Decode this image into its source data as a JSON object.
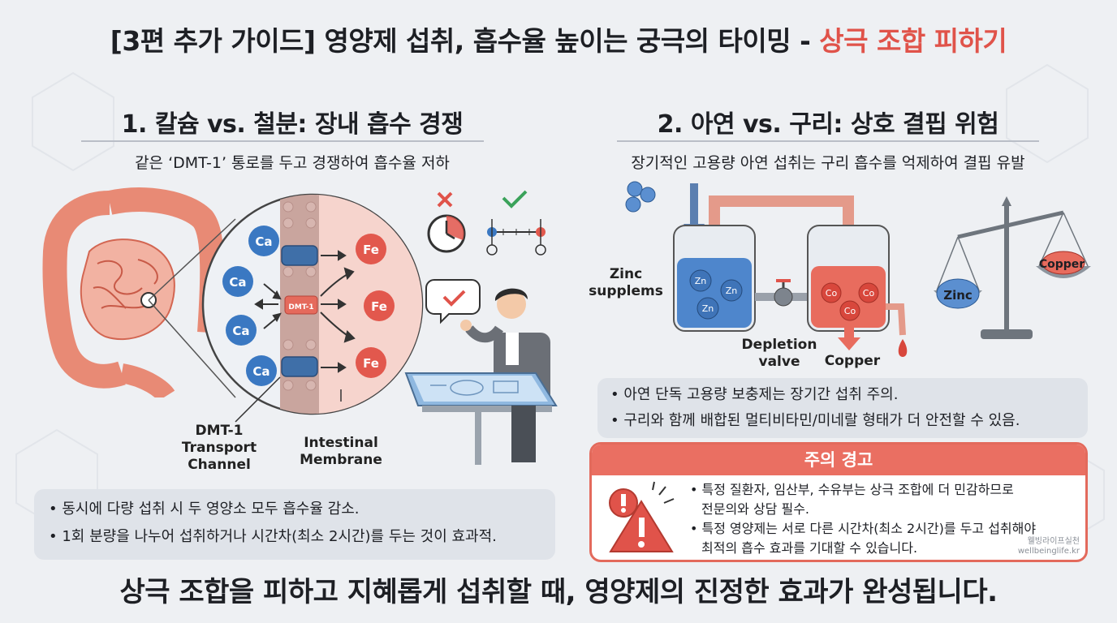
{
  "title": {
    "main": "[3편 추가 가이드] 영양제 섭취, 흡수율 높이는 궁극의 타이밍 - ",
    "highlight": "상극 조합 피하기"
  },
  "section1": {
    "heading": "1. 칼슘 vs. 철분: 장내 흡수 경쟁",
    "subtitle": "같은 ‘DMT-1’ 통로를 두고 경쟁하여 흡수율 저하",
    "labels": {
      "ca": "Ca",
      "fe": "Fe",
      "dmt_small": "DMT-1",
      "channel": [
        "DMT-1",
        "Transport",
        "Channel"
      ],
      "membrane": [
        "Intestinal",
        "Membrane"
      ]
    },
    "notes": [
      "• 동시에 다량 섭취 시 두 영양소 모두 흡수율 감소.",
      "• 1회 분량을 나누어 섭취하거나 시간차(최소 2시간)를 두는 것이 효과적."
    ]
  },
  "section2": {
    "heading": "2. 아연 vs. 구리: 상호 결핍 위험",
    "subtitle": "장기적인 고용량 아연 섭취는 구리 흡수를 억제하여 결핍 유발",
    "labels": {
      "zinc_supp": [
        "Zinc",
        "supplems"
      ],
      "zn": "Zn",
      "co": "Co",
      "valve": [
        "Depletion",
        "valve"
      ],
      "copper_out": "Copper",
      "scale_zinc": "Zinc",
      "scale_copper": "Copper"
    },
    "notes": [
      "• 아연 단독 고용량 보충제는 장기간 섭취 주의.",
      "• 구리와 함께 배합된 멀티비타민/미네랄 형태가 더 안전할 수 있음."
    ]
  },
  "warning": {
    "heading": "주의 경고",
    "items": [
      [
        "• 특정 질환자, 임산부, 수유부는 상극 조합에 더 민감하므로",
        "전문의와 상담 필수."
      ],
      [
        "• 특정 영양제는 서로 다른 시간차(최소 2시간)를 두고 섭취해야",
        "최적의 흡수 효과를 기대할 수 있습니다."
      ]
    ],
    "watermark": [
      "웰빙라이프실천",
      "wellbeinglife.kr"
    ]
  },
  "footer": "상극 조합을 피하고 지혜롭게 섭취할 때, 영양제의 진정한 효과가 완성됩니다.",
  "colors": {
    "accent": "#e0534a",
    "ca_blue": "#3a78c2",
    "fe_red": "#e2584d",
    "intestine": "#ec8b78",
    "background": "#eef0f3"
  }
}
